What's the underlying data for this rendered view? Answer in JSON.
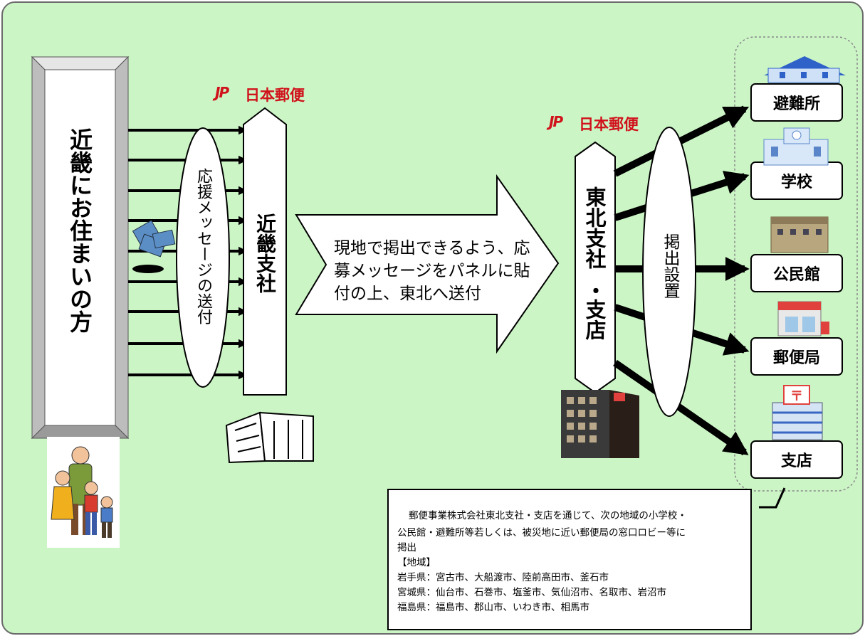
{
  "logo": {
    "mark": "JP",
    "text": "日本郵便"
  },
  "source": {
    "label": "近畿にお住まいの方"
  },
  "oval_left": {
    "label": "応援メッセージの送付"
  },
  "kinki": {
    "label": "近畿支社"
  },
  "big_arrow": {
    "line1": "現地で掲出できるよう、応",
    "line2": "募メッセージをパネルに貼",
    "line3": "付の上、東北へ送付"
  },
  "tohoku": {
    "line1": "東北支社",
    "dot": "・",
    "line2": "支店"
  },
  "oval_right": {
    "label": "掲出設置"
  },
  "destinations": [
    "避難所",
    "学校",
    "公民館",
    "郵便局",
    "支店"
  ],
  "note": {
    "line1": "郵便事業株式会社東北支社・支店を通じて、次の地域の小学校・",
    "line2": "公民館・避難所等若しくは、被災地に近い郵便局の窓口ロビー等に",
    "line3": "掲出",
    "line4": "【地域】",
    "line5": "岩手県：宮古市、大船渡市、陸前高田市、釜石市",
    "line6": "宮城県：仙台市、石巻市、塩釜市、気仙沼市、名取市、岩沼市",
    "line7": "福島県：福島市、郡山市、いわき市、相馬市"
  }
}
